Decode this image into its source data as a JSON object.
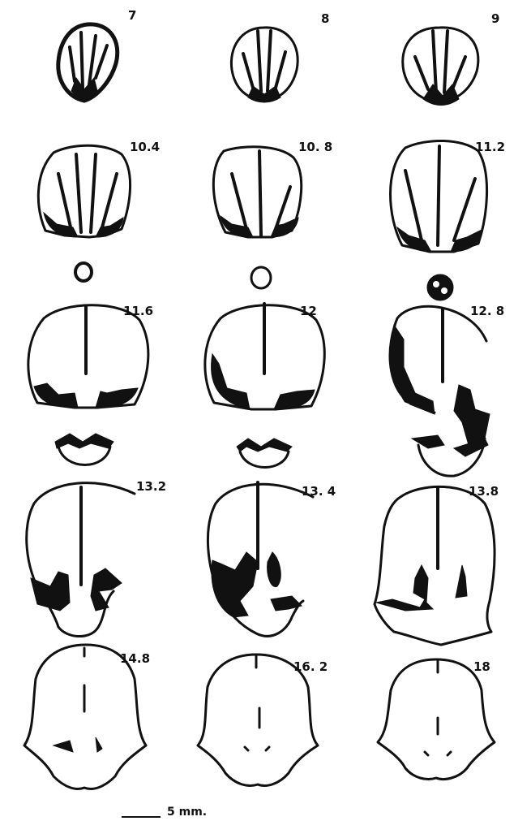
{
  "sections": [
    {
      "id": "s7",
      "label": "7"
    },
    {
      "id": "s8",
      "label": "8"
    },
    {
      "id": "s9",
      "label": "9"
    },
    {
      "id": "s104",
      "label": "10.4"
    },
    {
      "id": "s108",
      "label": "10. 8"
    },
    {
      "id": "s112",
      "label": "11.2"
    },
    {
      "id": "s116",
      "label": "11.6"
    },
    {
      "id": "s12",
      "label": "12"
    },
    {
      "id": "s128",
      "label": "12. 8"
    },
    {
      "id": "s132",
      "label": "13.2"
    },
    {
      "id": "s134",
      "label": "13. 4"
    },
    {
      "id": "s138",
      "label": "13.8"
    },
    {
      "id": "s148",
      "label": "14.8"
    },
    {
      "id": "s162",
      "label": "16. 2"
    },
    {
      "id": "s18",
      "label": "18"
    }
  ],
  "scale_bar": {
    "label": "5 mm."
  },
  "colors": {
    "ink": "#111111",
    "paper": "#ffffff"
  }
}
